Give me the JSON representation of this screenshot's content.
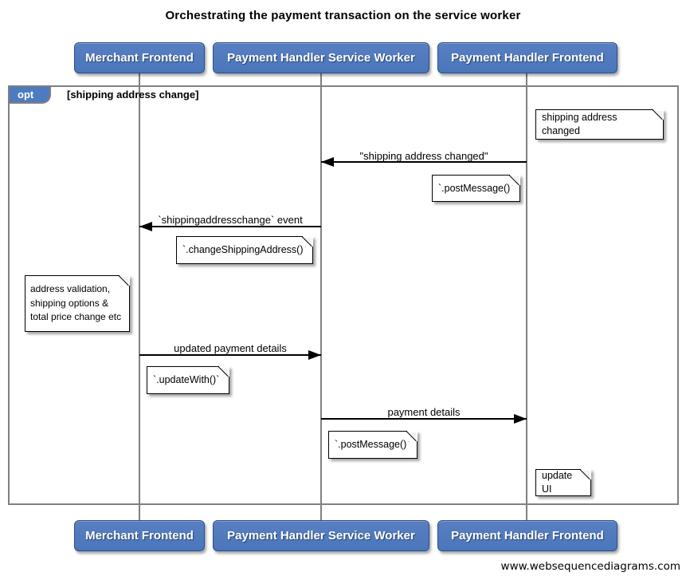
{
  "title": "Orchestrating the payment transaction on the service worker",
  "watermark": "www.websequencediagrams.com",
  "actors": [
    {
      "label": "Merchant Frontend"
    },
    {
      "label": "Payment Handler Service Worker"
    },
    {
      "label": "Payment Handler Frontend"
    }
  ],
  "opt_frame": {
    "operator": "opt",
    "guard": "[shipping address change]"
  },
  "messages": [
    {
      "label": "\"shipping address changed\"",
      "from": "Payment Handler Frontend",
      "to": "Payment Handler Service Worker",
      "direction": "left"
    },
    {
      "label": "`shippingaddresschange` event",
      "from": "Payment Handler Service Worker",
      "to": "Merchant Frontend",
      "direction": "left"
    },
    {
      "label": "updated payment details",
      "from": "Merchant Frontend",
      "to": "Payment Handler Service Worker",
      "direction": "right"
    },
    {
      "label": "payment details",
      "from": "Payment Handler Service Worker",
      "to": "Payment Handler Frontend",
      "direction": "right"
    }
  ],
  "notes": [
    {
      "text": "shipping address changed",
      "anchor": "Payment Handler Frontend"
    },
    {
      "text": "`.postMessage()`",
      "anchor": "Payment Handler Frontend"
    },
    {
      "text": "`.changeShippingAddress()`",
      "anchor": "Payment Handler Service Worker"
    },
    {
      "text": "address validation,\nshipping options &\ntotal price change etc",
      "anchor": "Merchant Frontend"
    },
    {
      "text": "`.updateWith()`",
      "anchor": "Merchant Frontend"
    },
    {
      "text": "`.postMessage()`",
      "anchor": "Payment Handler Service Worker"
    },
    {
      "text": "update UI",
      "anchor": "Payment Handler Frontend"
    }
  ],
  "colors": {
    "actor_fill": "#4d7bc0",
    "actor_border": "#2b4d85",
    "frame_border": "#808080",
    "lifeline": "#808080",
    "note_fill": "#ffffff",
    "note_border": "#000000",
    "message_line": "#000000",
    "background": "#ffffff"
  }
}
